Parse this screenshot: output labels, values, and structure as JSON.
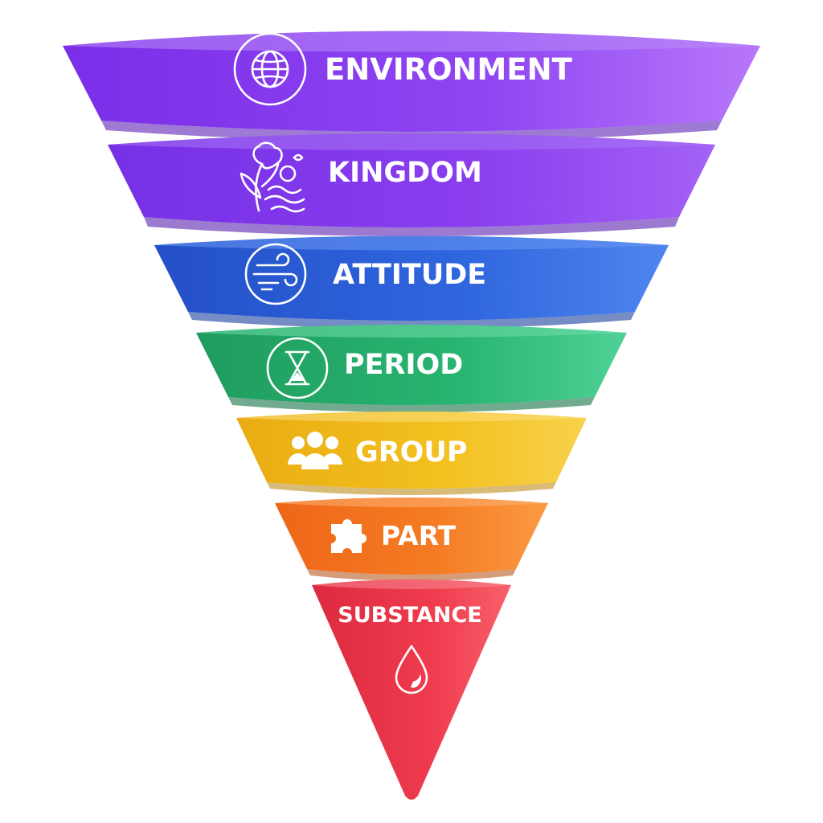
{
  "diagram": {
    "type": "inverted-funnel",
    "layers": [
      {
        "label": "ENVIRONMENT",
        "icon": "globe-icon",
        "color": "#8B3FF0"
      },
      {
        "label": "KINGDOM",
        "icon": "nature-icon",
        "color": "#8A3CEB"
      },
      {
        "label": "ATTITUDE",
        "icon": "wind-icon",
        "color": "#2F66DE"
      },
      {
        "label": "PERIOD",
        "icon": "hourglass-icon",
        "color": "#27B26E"
      },
      {
        "label": "GROUP",
        "icon": "people-icon",
        "color": "#F2BE1D"
      },
      {
        "label": "PART",
        "icon": "puzzle-icon",
        "color": "#F57A23"
      },
      {
        "label": "SUBSTANCE",
        "icon": "drop-icon",
        "color": "#EF3B4D"
      }
    ]
  }
}
